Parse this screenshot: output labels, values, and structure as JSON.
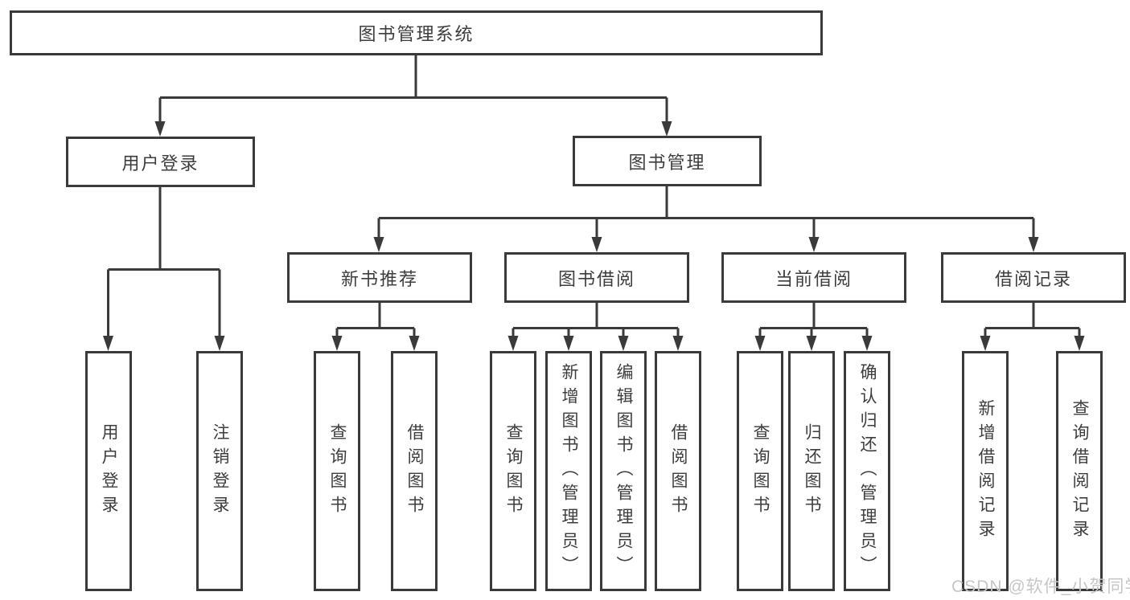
{
  "root": {
    "label": "图书管理系统"
  },
  "tree": {
    "user_login": {
      "label": "用户登录",
      "children": [
        "用户登录",
        "注销登录"
      ]
    },
    "book_mgmt": {
      "label": "图书管理",
      "children": {
        "new_book_rec": {
          "label": "新书推荐",
          "children": [
            "查询图书",
            "借阅图书"
          ]
        },
        "book_borrow": {
          "label": "图书借阅",
          "children": [
            "查询图书",
            "新增图书（管理员）",
            "编辑图书（管理员）",
            "借阅图书"
          ]
        },
        "current_borrow": {
          "label": "当前借阅",
          "children": [
            "查询图书",
            "归还图书",
            "确认归还（管理员）"
          ]
        },
        "borrow_records": {
          "label": "借阅记录",
          "children": [
            "新增借阅记录",
            "查询借阅记录"
          ]
        }
      }
    }
  },
  "watermark": "CSDN @软件_小贺同学",
  "colors": {
    "line": "#3a3a3a",
    "text": "#3d3d3d",
    "box_fill": "#ffffff",
    "watermark": "#c6c6c6"
  }
}
